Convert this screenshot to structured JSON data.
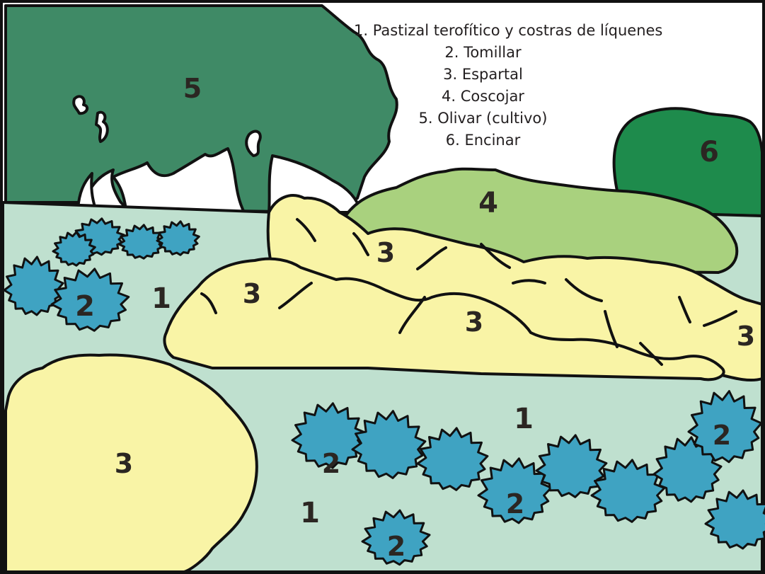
{
  "legend": {
    "items": [
      "1. Pastizal terofítico y costras de líquenes",
      "2. Tomillar",
      "3. Espartal",
      "4. Coscojar",
      "5. Olivar (cultivo)",
      "6. Encinar"
    ]
  },
  "labels": {
    "olivar": "5",
    "encinar": "6",
    "coscojar": "4",
    "espartal": "3",
    "tomillar": "2",
    "pastizal": "1"
  },
  "colors": {
    "pastizal": "#bfe0cf",
    "tomillar": "#3fa3c2",
    "espartal": "#f9f4a6",
    "coscojar": "#a9d17e",
    "olivar": "#3f8a66",
    "encinar": "#1e8b4c",
    "outline": "#111111"
  }
}
